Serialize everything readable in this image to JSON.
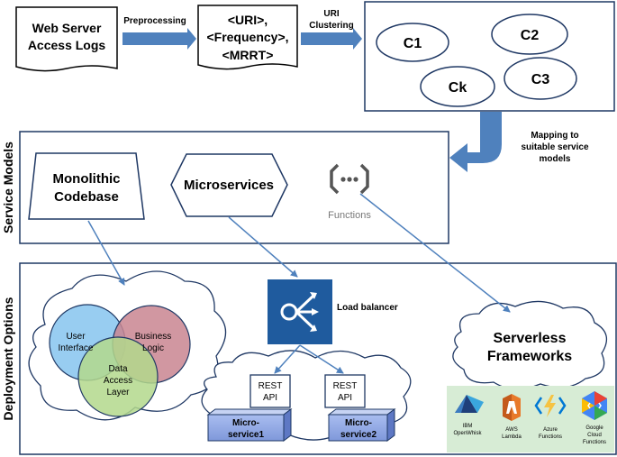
{
  "pipeline": {
    "logs_line1": "Web Server",
    "logs_line2": "Access Logs",
    "preprocessing_label": "Preprocessing",
    "tuple_line1": "<URI>,",
    "tuple_line2": "<Frequency>,",
    "tuple_line3": "<MRRT>",
    "clustering_line1": "URI",
    "clustering_line2": "Clustering",
    "clusters": [
      "C1",
      "C2",
      "C3",
      "Ck"
    ],
    "mapping_line1": "Mapping to",
    "mapping_line2": "suitable service",
    "mapping_line3": "models"
  },
  "service_models": {
    "section_label": "Service Models",
    "monolithic_line1": "Monolithic",
    "monolithic_line2": "Codebase",
    "microservices": "Microservices",
    "functions_label": "Functions"
  },
  "deployment": {
    "section_label": "Deployment Options",
    "user_interface_line1": "User",
    "user_interface_line2": "Interface",
    "business_logic_line1": "Business",
    "business_logic_line2": "Logic",
    "data_access_line1": "Data",
    "data_access_line2": "Access",
    "data_access_line3": "Layer",
    "load_balancer": "Load balancer",
    "rest_api_line1": "REST",
    "rest_api_line2": "API",
    "microservice1_line1": "Micro-",
    "microservice1_line2": "service1",
    "microservice2_line1": "Micro-",
    "microservice2_line2": "service2",
    "serverless_line1": "Serverless",
    "serverless_line2": "Frameworks",
    "providers": [
      {
        "line1": "IBM",
        "line2": "OpenWhisk",
        "line3": ""
      },
      {
        "line1": "AWS",
        "line2": "Lambda",
        "line3": ""
      },
      {
        "line1": "Azure",
        "line2": "Functions",
        "line3": ""
      },
      {
        "line1": "Google",
        "line2": "Cloud",
        "line3": "Functions"
      }
    ]
  },
  "colors": {
    "arrow_blue": "#4F81BD",
    "ui_circle": "#8DC8F0",
    "logic_circle": "#C98590",
    "data_circle": "#B3D88C",
    "load_balancer": "#1F5B9E",
    "provider_panel": "#D7ECD5"
  }
}
